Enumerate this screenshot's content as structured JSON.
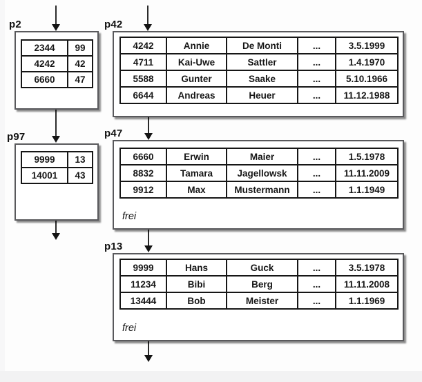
{
  "diagram": {
    "title": "index-sequential-file-pages",
    "colors": {
      "page_background": "#fdfdfd",
      "box_background": "#ffffff",
      "box_border": "#59595c",
      "table_border": "#161616",
      "text": "#111111",
      "arrow": "#141414",
      "bottom_bar": "#f2f2f3"
    },
    "pages": [
      {
        "key": "p2",
        "label": "p2",
        "type": "index",
        "rows": [
          [
            "2344",
            "99"
          ],
          [
            "4242",
            "42"
          ],
          [
            "6660",
            "47"
          ]
        ],
        "free_label": ""
      },
      {
        "key": "p42",
        "label": "p42",
        "type": "data",
        "rows": [
          [
            "4242",
            "Annie",
            "De Monti",
            "...",
            "3.5.1999"
          ],
          [
            "4711",
            "Kai-Uwe",
            "Sattler",
            "...",
            "1.4.1970"
          ],
          [
            "5588",
            "Gunter",
            "Saake",
            "...",
            "5.10.1966"
          ],
          [
            "6644",
            "Andreas",
            "Heuer",
            "...",
            "11.12.1988"
          ]
        ],
        "free_label": ""
      },
      {
        "key": "p97",
        "label": "p97",
        "type": "index",
        "rows": [
          [
            "9999",
            "13"
          ],
          [
            "14001",
            "43"
          ]
        ],
        "free_label": ""
      },
      {
        "key": "p47",
        "label": "p47",
        "type": "data",
        "rows": [
          [
            "6660",
            "Erwin",
            "Maier",
            "...",
            "1.5.1978"
          ],
          [
            "8832",
            "Tamara",
            "Jagellowsk",
            "...",
            "11.11.2009"
          ],
          [
            "9912",
            "Max",
            "Mustermann",
            "...",
            "1.1.1949"
          ]
        ],
        "free_label": "frei"
      },
      {
        "key": "p13",
        "label": "p13",
        "type": "data",
        "rows": [
          [
            "9999",
            "Hans",
            "Guck",
            "...",
            "3.5.1978"
          ],
          [
            "11234",
            "Bibi",
            "Berg",
            "...",
            "11.11.2008"
          ],
          [
            "13444",
            "Bob",
            "Meister",
            "...",
            "1.1.1969"
          ]
        ],
        "free_label": "frei"
      }
    ]
  }
}
